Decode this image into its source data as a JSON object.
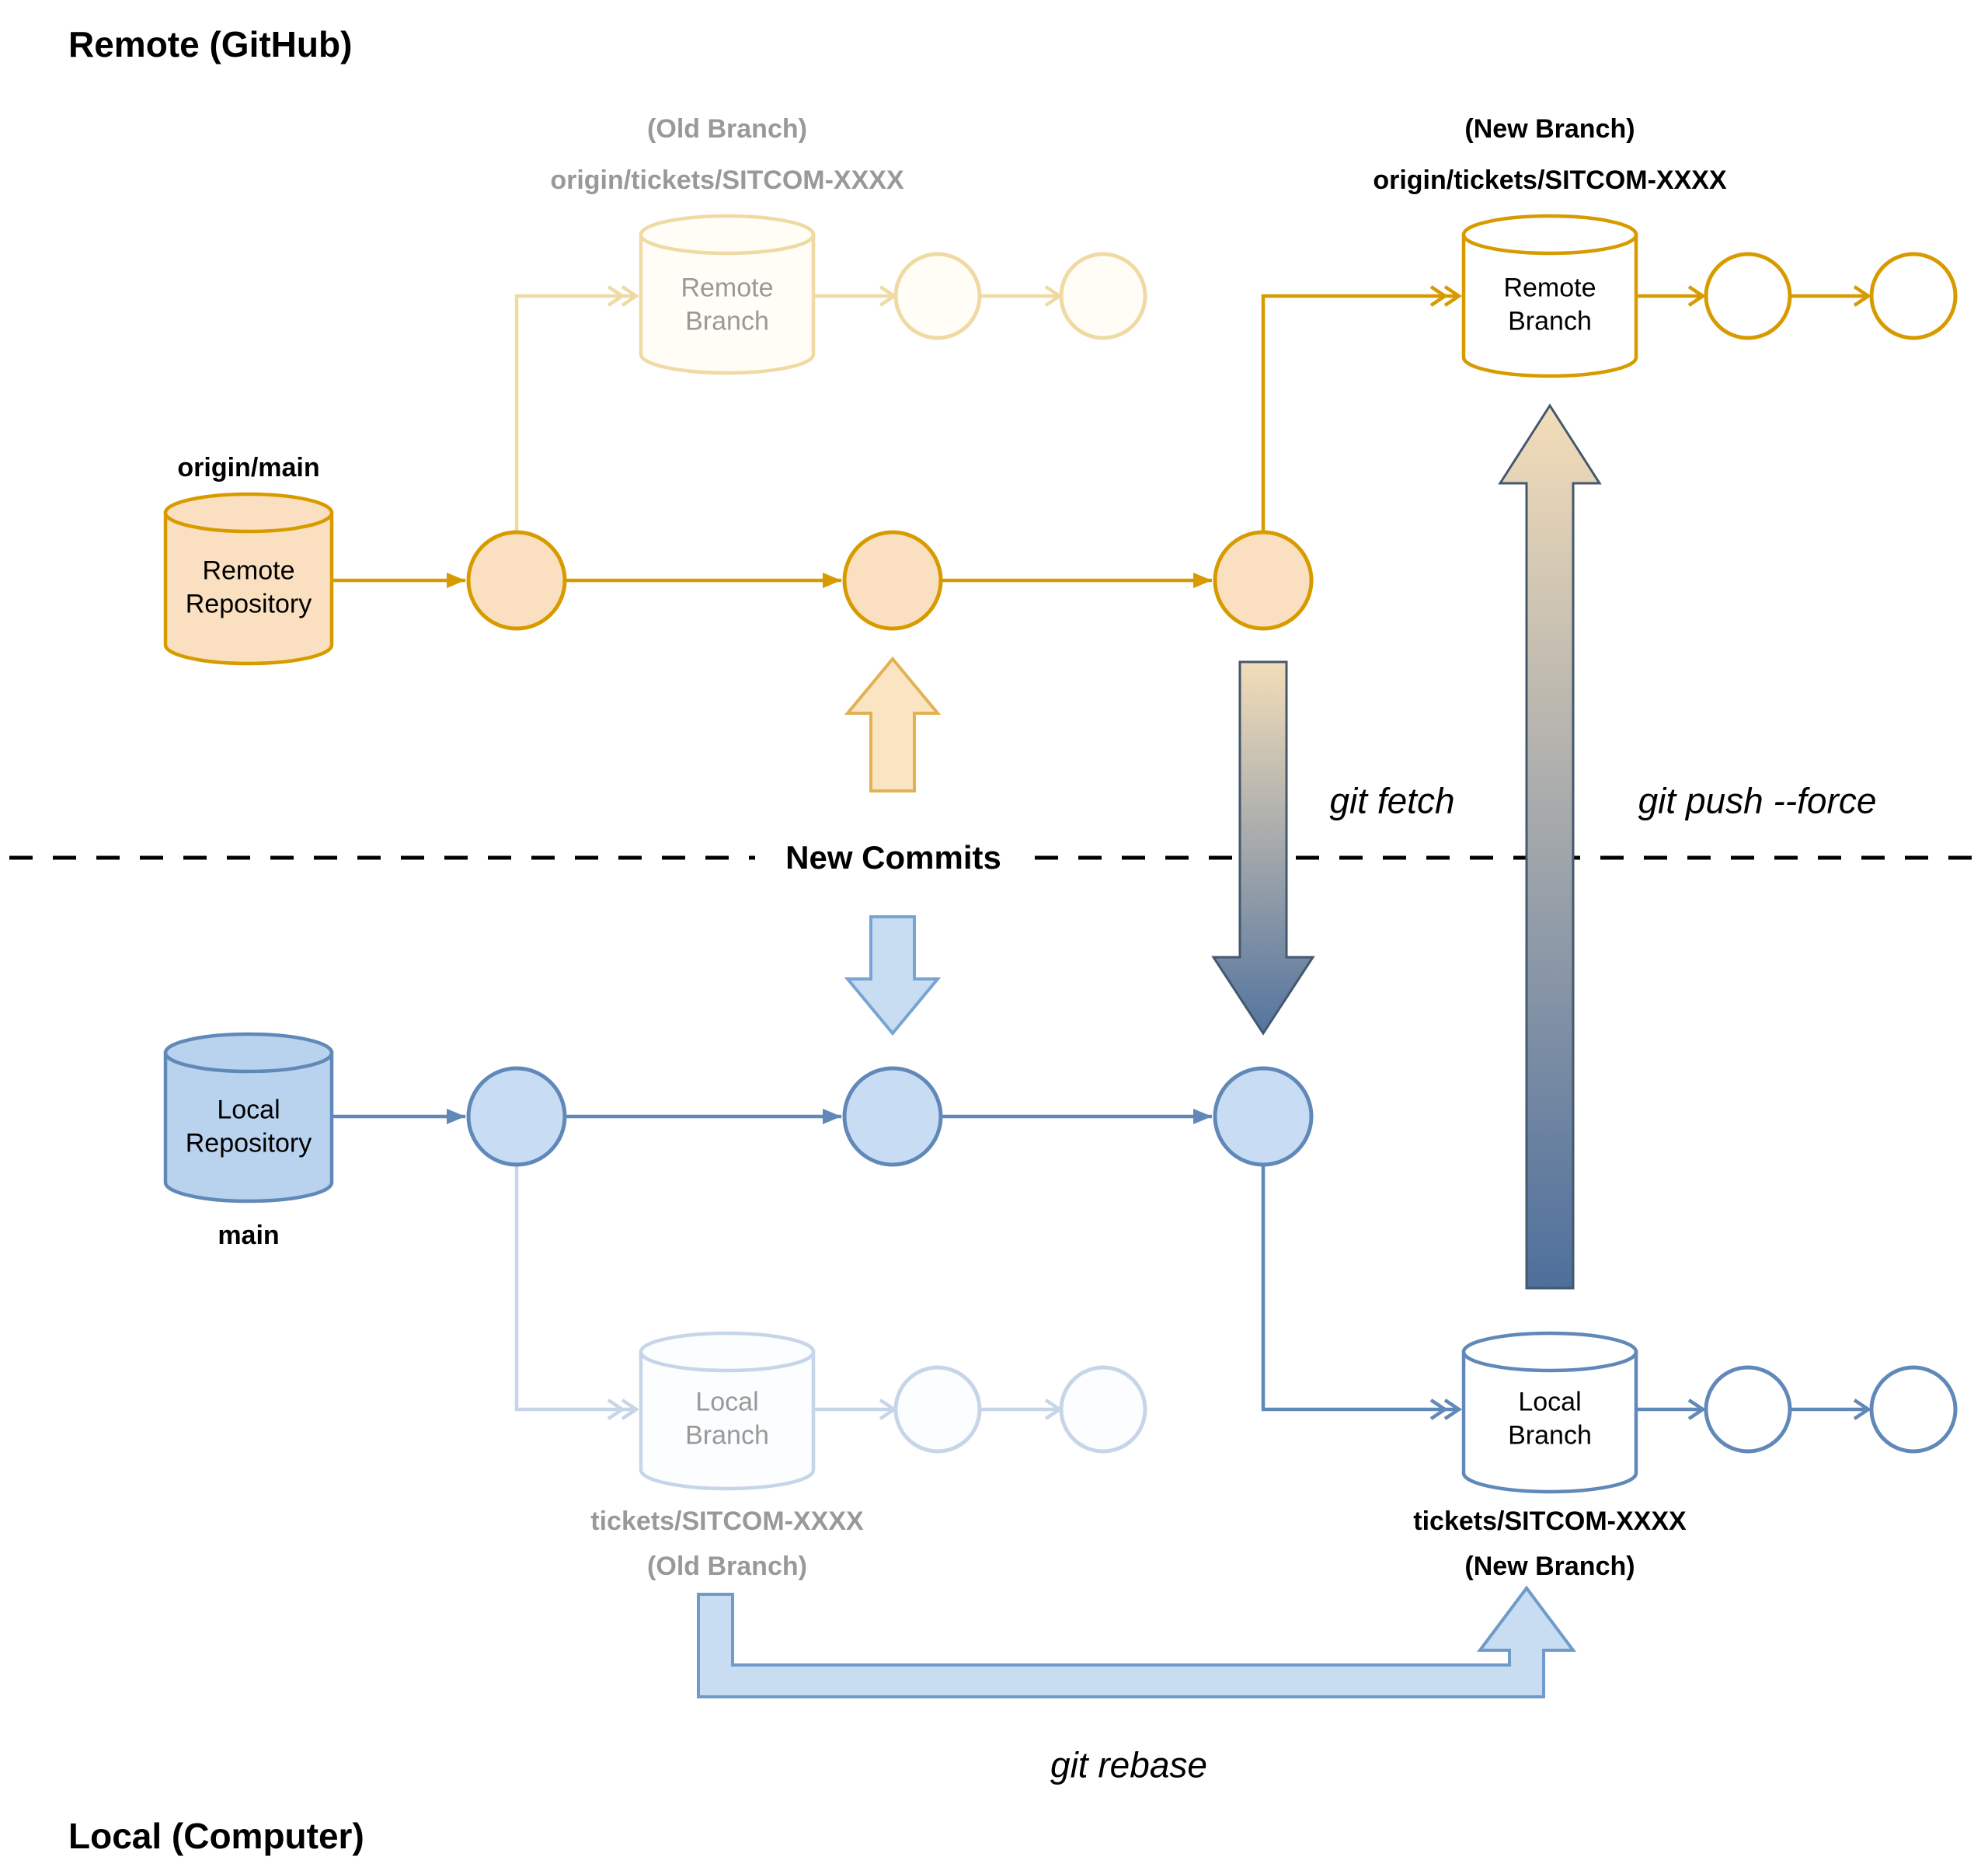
{
  "titles": {
    "remote": "Remote (GitHub)",
    "local": "Local (Computer)"
  },
  "remote": {
    "repo_label": "origin/main",
    "repo_node": "Remote Repository",
    "old_branch_tag": "(Old Branch)",
    "old_branch_name": "origin/tickets/SITCOM-XXXX",
    "old_branch_node": "Remote Branch",
    "new_branch_tag": "(New Branch)",
    "new_branch_name": "origin/tickets/SITCOM-XXXX",
    "new_branch_node": "Remote Branch"
  },
  "local": {
    "repo_node": "Local Repository",
    "repo_label": "main",
    "old_branch_name": "tickets/SITCOM-XXXX",
    "old_branch_tag": "(Old Branch)",
    "old_branch_node": "Local Branch",
    "new_branch_name": "tickets/SITCOM-XXXX",
    "new_branch_tag": "(New Branch)",
    "new_branch_node": "Local Branch"
  },
  "annotations": {
    "new_commits": "New Commits",
    "git_fetch": "git fetch",
    "git_push": "git push --force",
    "git_rebase": "git rebase"
  },
  "colors": {
    "remote_stroke": "#D79B00",
    "remote_fill": "#FAE0C0",
    "remote_faded_stroke": "#F0DAA4",
    "local_stroke": "#6088B8",
    "local_fill": "#C8DCF3",
    "local_faded_stroke": "#C6D5E8",
    "muted_text": "#999999"
  }
}
